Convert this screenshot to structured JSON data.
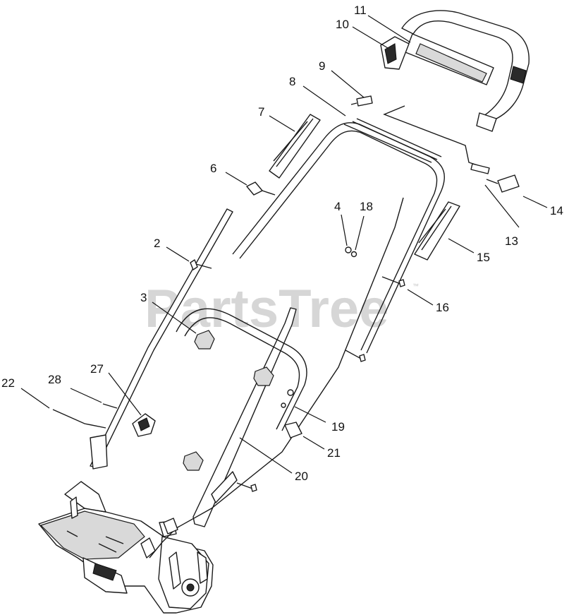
{
  "watermark": {
    "text": "PartsTree",
    "trademark": "™"
  },
  "callouts": [
    {
      "id": "c11",
      "label": "11"
    },
    {
      "id": "c10",
      "label": "10"
    },
    {
      "id": "c9",
      "label": "9"
    },
    {
      "id": "c8",
      "label": "8"
    },
    {
      "id": "c7",
      "label": "7"
    },
    {
      "id": "c6",
      "label": "6"
    },
    {
      "id": "c4",
      "label": "4"
    },
    {
      "id": "c18",
      "label": "18"
    },
    {
      "id": "c14",
      "label": "14"
    },
    {
      "id": "c13",
      "label": "13"
    },
    {
      "id": "c15",
      "label": "15"
    },
    {
      "id": "c2",
      "label": "2"
    },
    {
      "id": "c16",
      "label": "16"
    },
    {
      "id": "c3",
      "label": "3"
    },
    {
      "id": "c27",
      "label": "27"
    },
    {
      "id": "c22",
      "label": "22"
    },
    {
      "id": "c28",
      "label": "28"
    },
    {
      "id": "c19",
      "label": "19"
    },
    {
      "id": "c21",
      "label": "21"
    },
    {
      "id": "c20",
      "label": "20"
    }
  ]
}
